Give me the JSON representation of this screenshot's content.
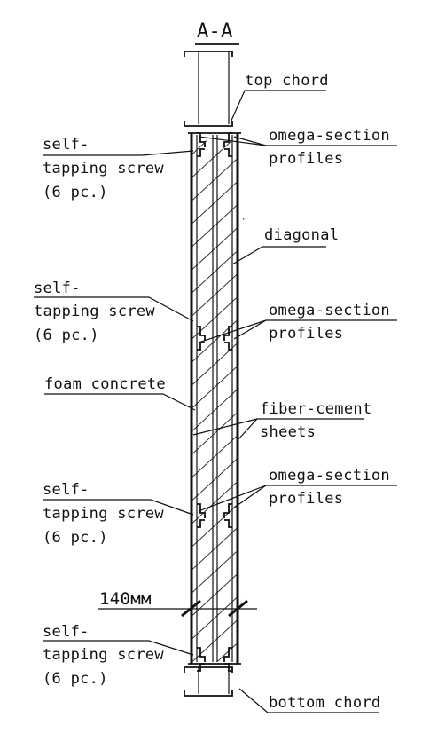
{
  "section_title": "A-A",
  "labels": {
    "top_chord": "top chord",
    "omega_1": [
      "omega-section",
      "profiles"
    ],
    "screw_1": [
      "self-",
      "tapping screw",
      "(6 pc.)"
    ],
    "diagonal": "diagonal",
    "screw_2": [
      "self-",
      "tapping screw",
      "(6 pc.)"
    ],
    "omega_2": [
      "omega-section",
      "profiles"
    ],
    "foam_concrete": "foam concrete",
    "fiber_cement": [
      "fiber-cement",
      "sheets"
    ],
    "screw_3": [
      "self-",
      "tapping screw",
      "(6 pc.)"
    ],
    "omega_3": [
      "omega-section",
      "profiles"
    ],
    "dimension": "140мм",
    "screw_4": [
      "self-",
      "tapping screw",
      "(6 pc.)"
    ],
    "bottom_chord": "bottom chord"
  },
  "colors": {
    "line": "#111111",
    "background": "#ffffff"
  }
}
